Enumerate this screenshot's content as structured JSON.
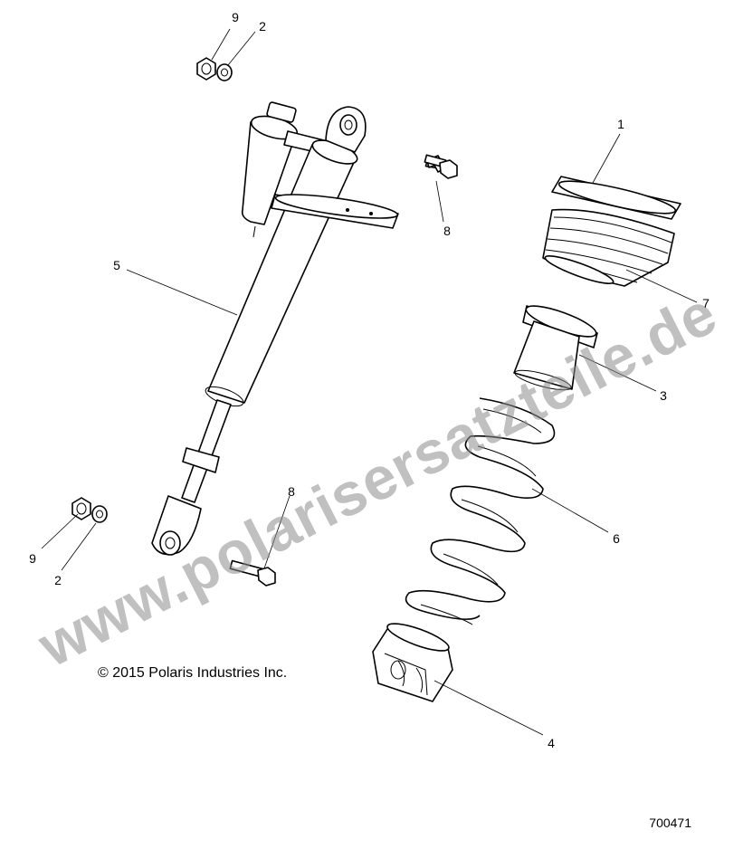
{
  "callouts": {
    "c1": "1",
    "c2_top": "2",
    "c2_bottom": "2",
    "c3": "3",
    "c4": "4",
    "c5": "5",
    "c6": "6",
    "c7": "7",
    "c8_top": "8",
    "c8_bottom": "8",
    "c9_top": "9",
    "c9_bottom": "9"
  },
  "copyright": "© 2015 Polaris Industries Inc.",
  "document_number": "700471",
  "watermark": "www.polarisersatzteile.de"
}
